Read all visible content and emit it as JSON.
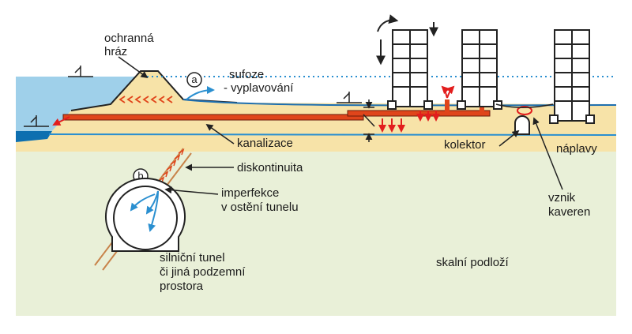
{
  "labels": {
    "dike_line1": "ochranná",
    "dike_line2": "hráz",
    "suffosion_line1": "sufoze",
    "suffosion_line2": "- vyplavování",
    "sewer": "kanalizace",
    "collector": "kolektor",
    "alluvium": "náplavy",
    "discontinuity": "diskontinuita",
    "imperfection_line1": "imperfekce",
    "imperfection_line2": "v ostění tunelu",
    "caverns_line1": "vznik",
    "caverns_line2": "kaveren",
    "tunnel_line1": "silniční tunel",
    "tunnel_line2": "či jiná podzemní",
    "tunnel_line3": "prostora",
    "bedrock": "skalní podloží",
    "marker_a": "a",
    "marker_b": "b"
  },
  "colors": {
    "bedrock": "#e9f0d8",
    "alluvium": "#f7e3a8",
    "water": "#9fd0ea",
    "water_deep": "#0d6fb0",
    "groundwater_line": "#2a8fd0",
    "sewer_pipe": "#e0451b",
    "leak_arrows": "#e21d1d",
    "flow_arrows": "#2a8fd0",
    "outline": "#222222"
  }
}
